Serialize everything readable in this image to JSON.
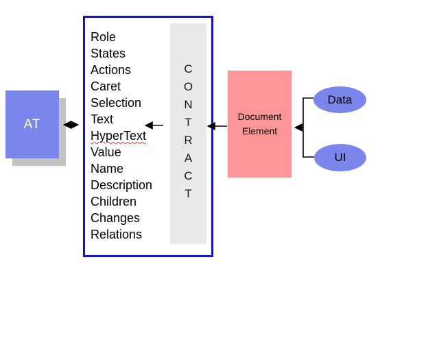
{
  "diagram": {
    "at_box": {
      "label": "AT"
    },
    "contract_box": {
      "items": [
        "Role",
        "States",
        "Actions",
        "Caret",
        "Selection",
        "Text",
        "HyperText",
        "Value",
        "Name",
        "Description",
        "Children",
        "Changes",
        "Relations"
      ],
      "vertical_label": "CONTRACT",
      "vertical_letters": [
        "C",
        "O",
        "N",
        "T",
        "R",
        "A",
        "C",
        "T"
      ]
    },
    "document_element_box": {
      "label_line1": "Document",
      "label_line2": "Element"
    },
    "data_ellipse": {
      "label": "Data"
    },
    "ui_ellipse": {
      "label": "UI"
    }
  },
  "colors": {
    "node_blue": "#7b86ec",
    "node_pink": "#fb9597",
    "contract_border": "#1414cc",
    "strip_gray": "#e9e9e9",
    "shadow_gray": "#c4c4c4",
    "arrow_black": "#000000",
    "spellcheck_red": "#ff2a2a"
  }
}
